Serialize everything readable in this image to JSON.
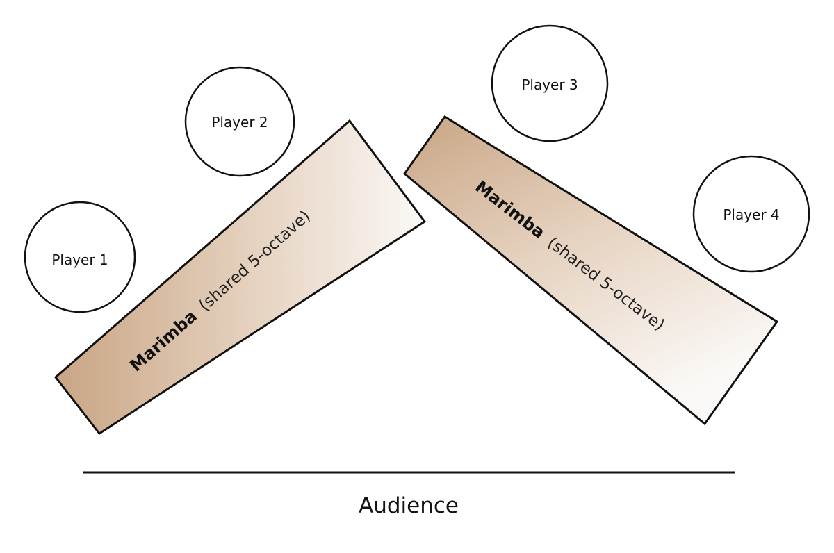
{
  "diagram": {
    "players": [
      {
        "label": "Player 1"
      },
      {
        "label": "Player 2"
      },
      {
        "label": "Player 3"
      },
      {
        "label": "Player 4"
      }
    ],
    "marimbas": [
      {
        "name": "Marimba",
        "note": "(shared 5-octave)"
      },
      {
        "name": "Marimba",
        "note": "(shared 5-octave)"
      }
    ],
    "audience": {
      "label": "Audience"
    },
    "colors": {
      "marimba_dark": "#c9a584",
      "marimba_light": "#faf8f6",
      "outline": "#111111",
      "background": "#ffffff"
    }
  }
}
